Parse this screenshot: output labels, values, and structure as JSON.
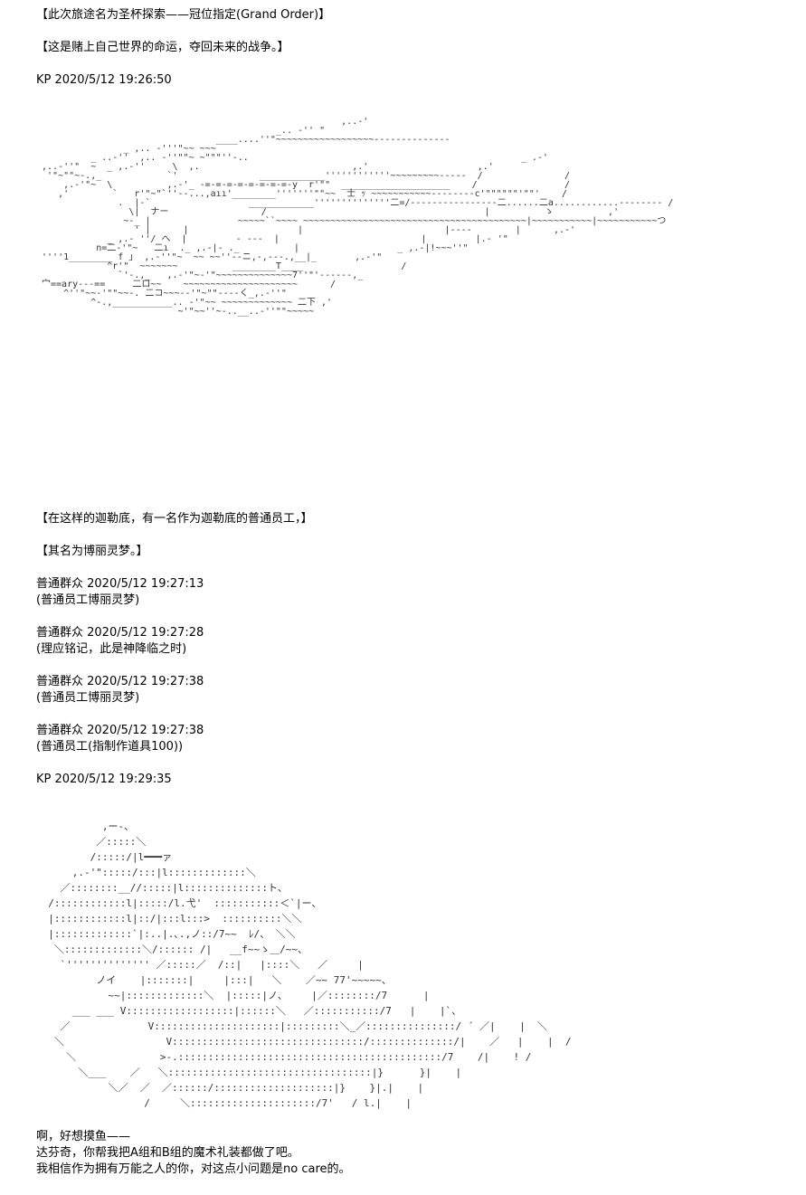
{
  "blocks": {
    "b1": "【此次旅途名为圣杯探索——冠位指定(Grand Order)】",
    "b2": "【这是赌上自己世界的命运，夺回未来的战争。】",
    "b3": "KP 2020/5/12 19:26:50",
    "b4": "【在这样的迦勒底，有一名作为迦勒底的普通员工，】",
    "b5": "【其名为博丽灵梦。】",
    "c1_head": "普通群众 2020/5/12 19:27:13",
    "c1_body": "(普通员工博丽灵梦)",
    "c2_head": "普通群众 2020/5/12 19:27:28",
    "c2_body": "(理应铭记，此是神降临之时)",
    "c3_head": "普通群众 2020/5/12 19:27:38",
    "c3_body": "(普通员工博丽灵梦)",
    "c4_head": "普通群众 2020/5/12 19:27:38",
    "c4_body": "(普通员工(指制作道具100))",
    "kp2": "KP 2020/5/12 19:29:35",
    "end1": "啊，好想摸鱼——",
    "end2": "达芬奇，你帮我把A组和B组的魔术礼装都做了吧。",
    "end3": "我相信作为拥有万能之人的你，对这点小问题是no care的。"
  },
  "art": {
    "ship": "                                                        ,..-'\n                                            _.. -'' \"\n                                 ____....''\"~~~~~~~~~~~~~~~~~~--------------\n                _ ,.. -'''\"~~ ~~~\n          _ ..-''  ,.. -''\"\"~ ~\"\"\"''-..                                                  _ .-'\n ,..-''\"  ~  _ ,.-''     \\  ,.                            ,.'                    ,.'\n  '\"~\"\"~-.,_            `'               ____________''''''''''''~~~~~~~~~-----  /               /\n     ,.-'\"~  \\          ,.-'_ -=-=-=-=-=-=-=-=-y  r'\"\"  ____________________    /                /\n    ,'        `   r'\"~\"`''--...,aıı'________'''''''\"\"~~  士 ｯ ~~~~~~~~~~~--------c'\"\"\"\"\"\"'\"\"'    /\n               .  |-`                  ____________''''''''''''''二=/----------------二......二a............-------- /\n                 \\|  ナー                 /                                        |          ゝ          ,'\n                ~-_ |                ~~~~~``~~~~ ~~~~~~~~~~~~~~~~~~~~~~~~~~~~~~~~~~~~~~~~~|~~~~~~~~~~~|~~~~~~~~~~~つ\n                  ' |      |                    |                          |----        |      ,.-'\n             _ ,.- ''/ へ  |         - ---  |                          |         |.- '\"\n           n=二-'\"~   二ı  ._ ,.-|- ._          |                  _ ,.-|!~~~''\"\n ''''1________ f ｣  ,.-''\"~  ~~ ~~''--ニ,-,---.,__|_       ,.-'\"\n             ^r'\"  ~~~~~~~          ________T____                  /\n               `'-.,_   ,.-'\"~-'\"~~~~~~~~~~~~~~7''\"'------,_\n 宀==ary---==     二ロ~~    ~~~~~~~~~~~~~~~~~~~~~      /\n     ^''\"~~-'\"\"~~-. 二コ~~~--'\"~\"\"----く_,.-''\"\n          ^-.,___________.. -'\"~~ ~~~~~~~~~~~~~ 二下 ,'\n                          ~'\"~~''~-..__..-''\"\"~~~~~",
    "girl": "           ,ー-、\n          ／:::::＼\n         /:::::/|l━━━ァ\n      ,.-'\":::::/:::|l:::::::::::::＼\n    ／::::::::__//:::::|l::::::::::::::ト、\n  /::::::::::::l|:::::/l.弋'  :::::::::::＜`|ー、\n  |::::::::::::l|::/|:::l:::>  ::::::::::＼＼\n  |:::::::::::::`|:..|.､.,ノ::/7~~  ﾚ/、 ＼＼\n   ＼:::::::::::::＼/:::::: /|   __f~~ゝ＿/~~、\n    `'''''''''''''' ／:::::／  /::|   |::::＼   ／     |\n          ノイ    |:::::::|     |:::|   ＼    ／~~ 77'~~~~~、\n            ~~|:::::::::::::＼  |:::::|ノ、    |／::::::::/7      |\n      ___ ___ V::::::::::::::::::|::::::＼   ／:::::::::::/7   |    |`、\n    ／             V:::::::::::::::::::::|:::::::::＼_／:::::::::::::::/ ´ ／|    |  ＼\n   ＼                 V::::::::::::::::::::::::::::::::/::::::::::::::/|    ／   |    |  /\n     ＼              >-.::::::::::::::::::::::::::::::::::::::::::::/7    /|    ! / \n       ＼___    ／   ＼::::::::::::::::::::::::::::::::::|}      }|    |\n            ＼／  ／  ／::::::/::::::::::::::::::::|}    }|.|    |\n                  /     ＼:::::::::::::::::::::/7'   / l.|    |"
  }
}
